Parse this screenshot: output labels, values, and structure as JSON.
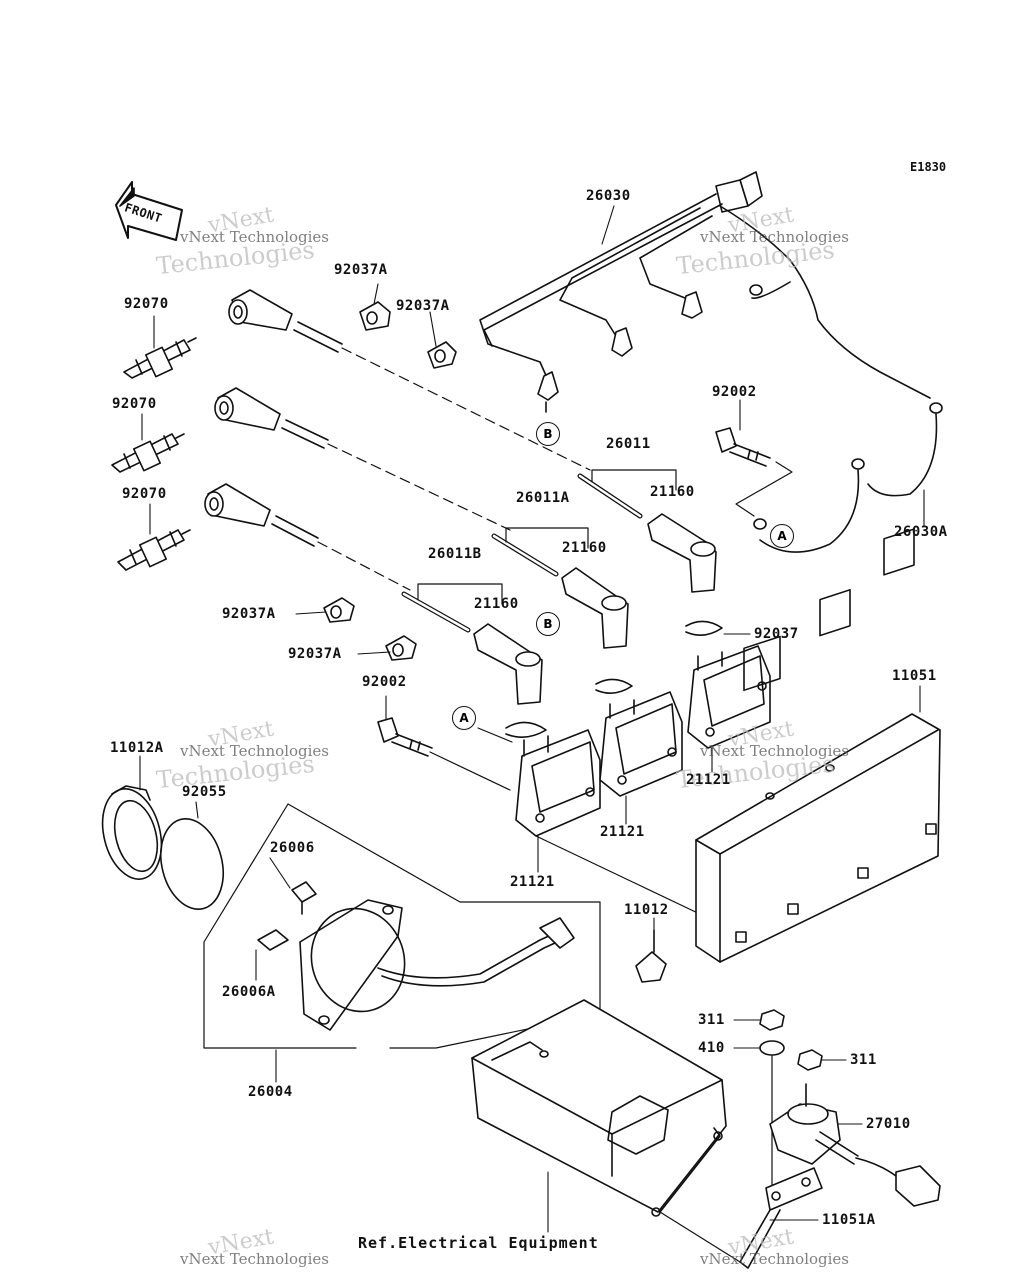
{
  "diagram_code": "E1830",
  "front_label": "FRONT",
  "reference_note": "Ref.Electrical Equipment",
  "watermark": {
    "brand": "vNext",
    "full": "vNext Technologies",
    "sub": "Technologies"
  },
  "connectors": {
    "a": "A",
    "b": "B"
  },
  "parts": {
    "harness_main": "26030",
    "harness_ground": "26030A",
    "plug_upper": "92070",
    "plug_middle": "92070",
    "plug_lower": "92070",
    "clamp_1": "92037A",
    "clamp_2": "92037A",
    "clamp_3": "92037A",
    "clamp_4": "92037A",
    "band": "92037",
    "bolt_upper": "92002",
    "bolt_lower": "92002",
    "lead_1": "26011",
    "lead_2": "26011A",
    "lead_3": "26011B",
    "cap_1": "21160",
    "cap_2": "21160",
    "cap_3": "21160",
    "coil_1": "21121",
    "coil_2": "21121",
    "coil_3": "21121",
    "bracket": "11051",
    "bracket_small": "11051A",
    "cap_ring": "11012A",
    "o_ring": "92055",
    "fuse_1": "26006",
    "fuse_2": "26006A",
    "fuse_box": "26004",
    "plug_11012": "11012",
    "nut_1": "311",
    "nut_2": "311",
    "washer": "410",
    "relay": "27010"
  }
}
